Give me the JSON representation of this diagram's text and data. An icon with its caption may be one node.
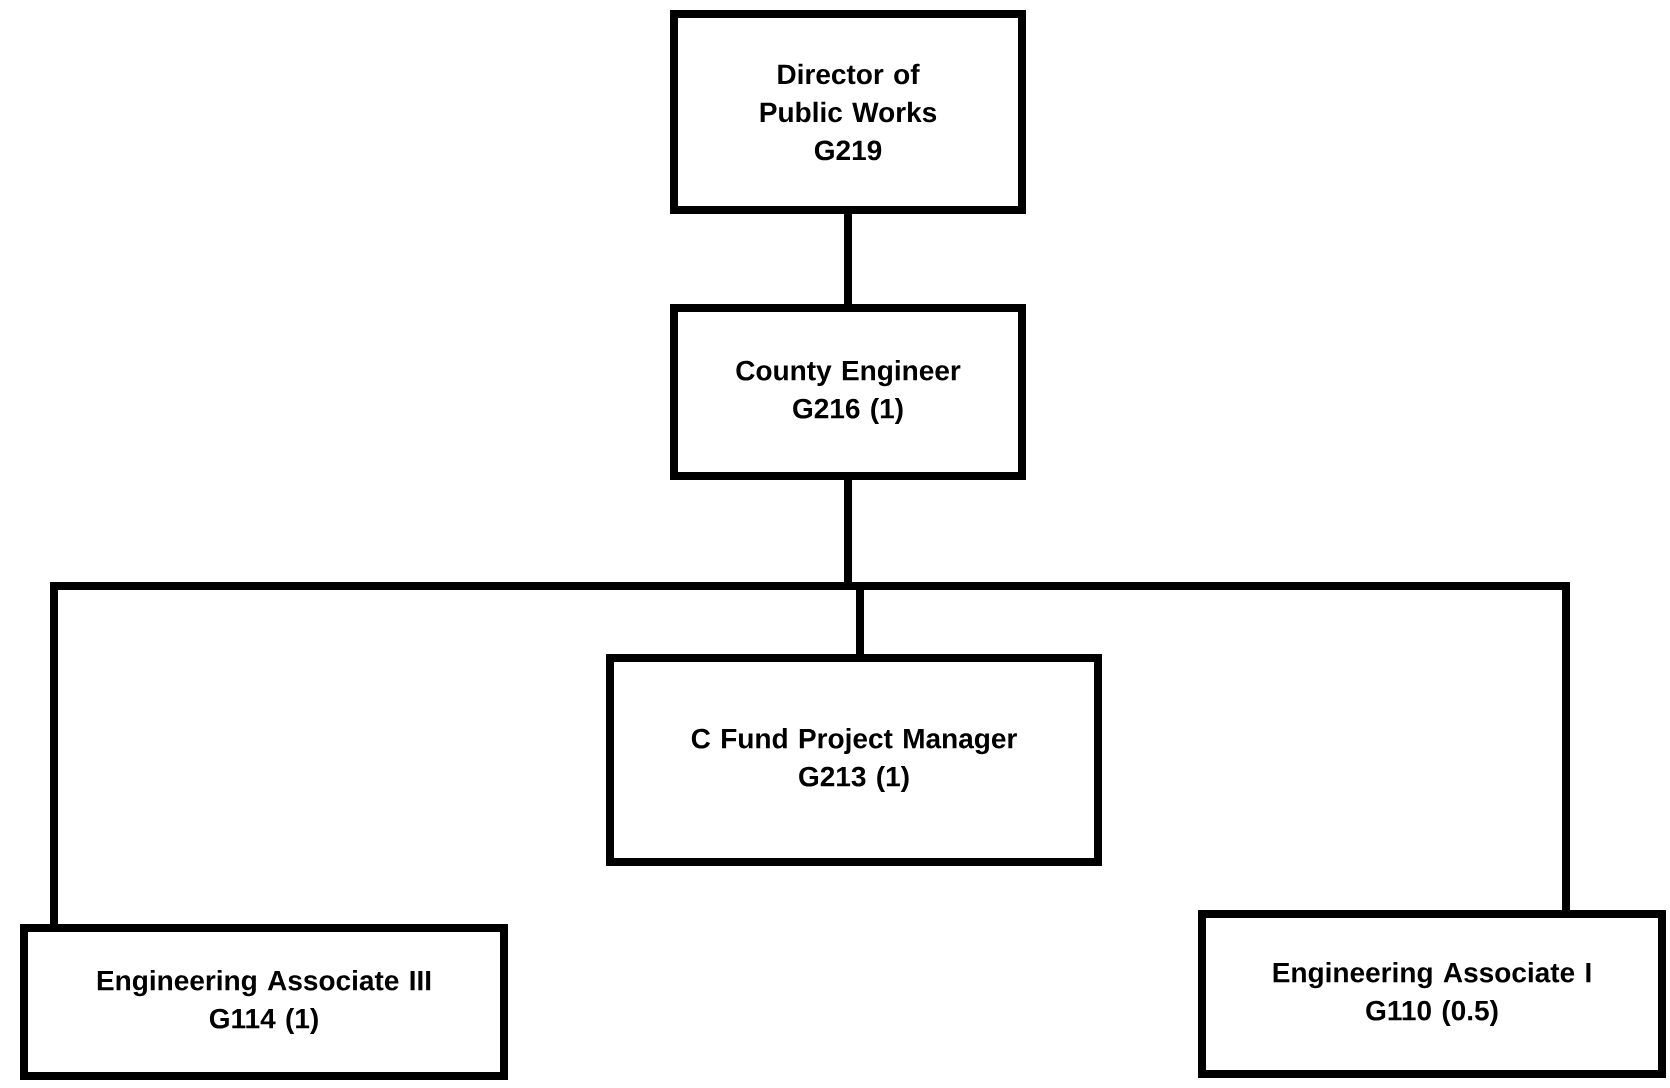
{
  "diagram": {
    "nodes": [
      {
        "text": [
          "Director of Public Works",
          "G219"
        ]
      },
      {
        "text": [
          "County Engineer",
          "G216 (1)"
        ]
      },
      {
        "text": [
          "C Fund Project Manager",
          "G213 (1)"
        ]
      },
      {
        "text": [
          "Engineering Associate III",
          "G114 (1)"
        ]
      },
      {
        "text": [
          "Engineering Associate I",
          "G110 (0.5)"
        ]
      }
    ],
    "edges": [
      {
        "from": 0,
        "to": 1,
        "arrow": "none"
      },
      {
        "from": 1,
        "to": 2,
        "arrow": "none"
      },
      {
        "from": 1,
        "to": 3,
        "arrow": "none"
      },
      {
        "from": 1,
        "to": 4,
        "arrow": "none"
      }
    ]
  }
}
